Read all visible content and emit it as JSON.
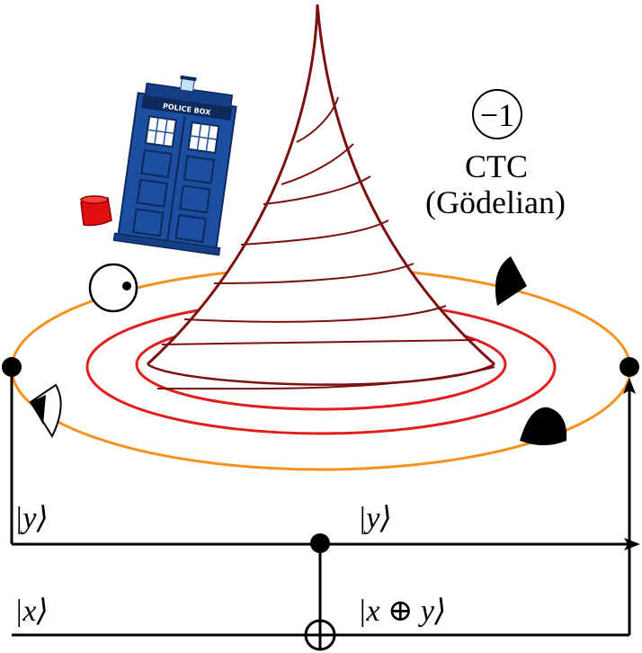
{
  "annotation": {
    "badge": "−1",
    "title": "CTC",
    "subtitle": "(Gödelian)"
  },
  "tardis": {
    "sign": "POLICE BOX"
  },
  "wires": {
    "y_in": "|y⟩",
    "y_out": "|y⟩",
    "x_in": "|x⟩",
    "x_out": "|x ⊕ y⟩"
  },
  "colors": {
    "orbit_outer": "#f5921e",
    "orbit_inner": "#e01e1e",
    "horn": "#7a1010",
    "tardis_blue": "#1d4fa0",
    "wire": "#000000"
  }
}
